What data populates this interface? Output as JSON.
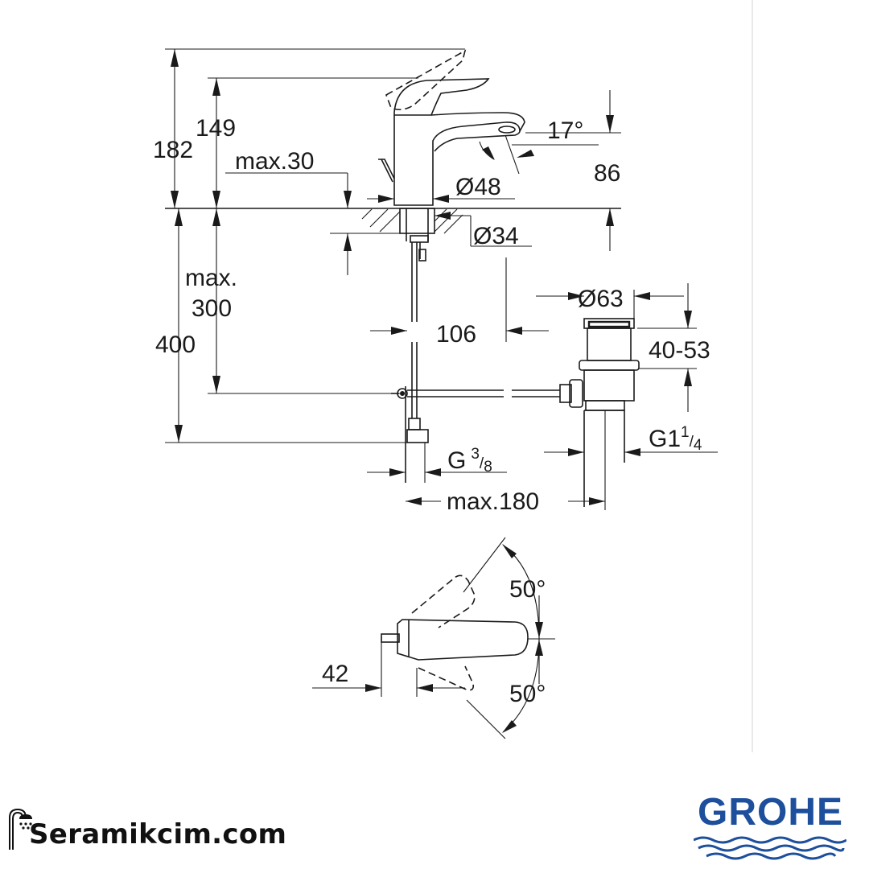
{
  "dimensions": {
    "d182": "182",
    "d149": "149",
    "max30": "max.30",
    "dia48": "Ø48",
    "deg17": "17°",
    "d86": "86",
    "dia34": "Ø34",
    "max_label": "max.",
    "d300": "300",
    "d400": "400",
    "d106": "106",
    "dia63": "Ø63",
    "d40_53": "40-53",
    "g114_main": "G1",
    "g114_num": "1",
    "g114_den": "4",
    "g38_main": "G",
    "g38_num": "3",
    "g38_den": "8",
    "max180": "max.180",
    "deg50_top": "50°",
    "deg50_bottom": "50°",
    "d42": "42"
  },
  "footer": {
    "site_name": "Seramikcim.com",
    "brand_name": "GROHE"
  },
  "colors": {
    "brand_blue": "#1d4f9c",
    "line": "#1a1a1a"
  },
  "icons": {
    "site": "shower-head-icon",
    "brand": "grohe-waves-logo"
  }
}
